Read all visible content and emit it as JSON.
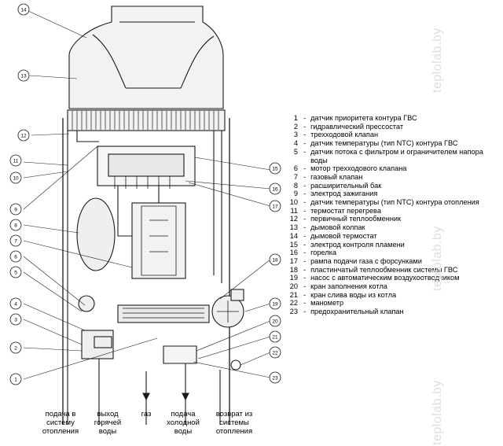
{
  "legend": [
    {
      "num": "1",
      "text": "датчик приоритета контура ГВС"
    },
    {
      "num": "2",
      "text": "гидравлический прессостат"
    },
    {
      "num": "3",
      "text": "трехходовой клапан"
    },
    {
      "num": "4",
      "text": "датчик температуры (тип NTC) контура ГВС"
    },
    {
      "num": "5",
      "text": "датчик потока с фильтром и ограничителем напора воды"
    },
    {
      "num": "6",
      "text": "мотор трехходового клапана"
    },
    {
      "num": "7",
      "text": "газовый клапан"
    },
    {
      "num": "8",
      "text": "расширительный бак"
    },
    {
      "num": "9",
      "text": "электрод зажигания"
    },
    {
      "num": "10",
      "text": "датчик температуры (тип NTC) контура отопления"
    },
    {
      "num": "11",
      "text": "термостат перегрева"
    },
    {
      "num": "12",
      "text": "первичный теплообменник"
    },
    {
      "num": "13",
      "text": "дымовой колпак"
    },
    {
      "num": "14",
      "text": "дымовой термостат"
    },
    {
      "num": "15",
      "text": "электрод контроля пламени"
    },
    {
      "num": "16",
      "text": "горелка"
    },
    {
      "num": "17",
      "text": "рампа подачи газа с форсунками"
    },
    {
      "num": "18",
      "text": "пластинчатый теплообменник системы ГВС"
    },
    {
      "num": "19",
      "text": "насос с автоматическим воздухоотводчиком"
    },
    {
      "num": "20",
      "text": "кран заполнения котла"
    },
    {
      "num": "21",
      "text": "кран слива воды из котла"
    },
    {
      "num": "22",
      "text": "манометр"
    },
    {
      "num": "23",
      "text": "предохранительный клапан"
    }
  ],
  "connections": [
    {
      "text": "подача в\nсистему\nотопления"
    },
    {
      "text": "выход\nгорячей\nводы"
    },
    {
      "text": "газ"
    },
    {
      "text": "подача\nхолодной\nводы"
    },
    {
      "text": "возврат из\nсистемы\nотопления"
    }
  ],
  "callouts": [
    "14",
    "13",
    "12",
    "11",
    "10",
    "9",
    "8",
    "7",
    "6",
    "5",
    "4",
    "3",
    "2",
    "1",
    "15",
    "16",
    "17",
    "18",
    "19",
    "20",
    "21",
    "22",
    "23"
  ],
  "watermark": "teplolab.by",
  "colors": {
    "line": "#1a1a1a",
    "drawing_fill": "#f2f2f2",
    "watermark": "#dedede"
  }
}
